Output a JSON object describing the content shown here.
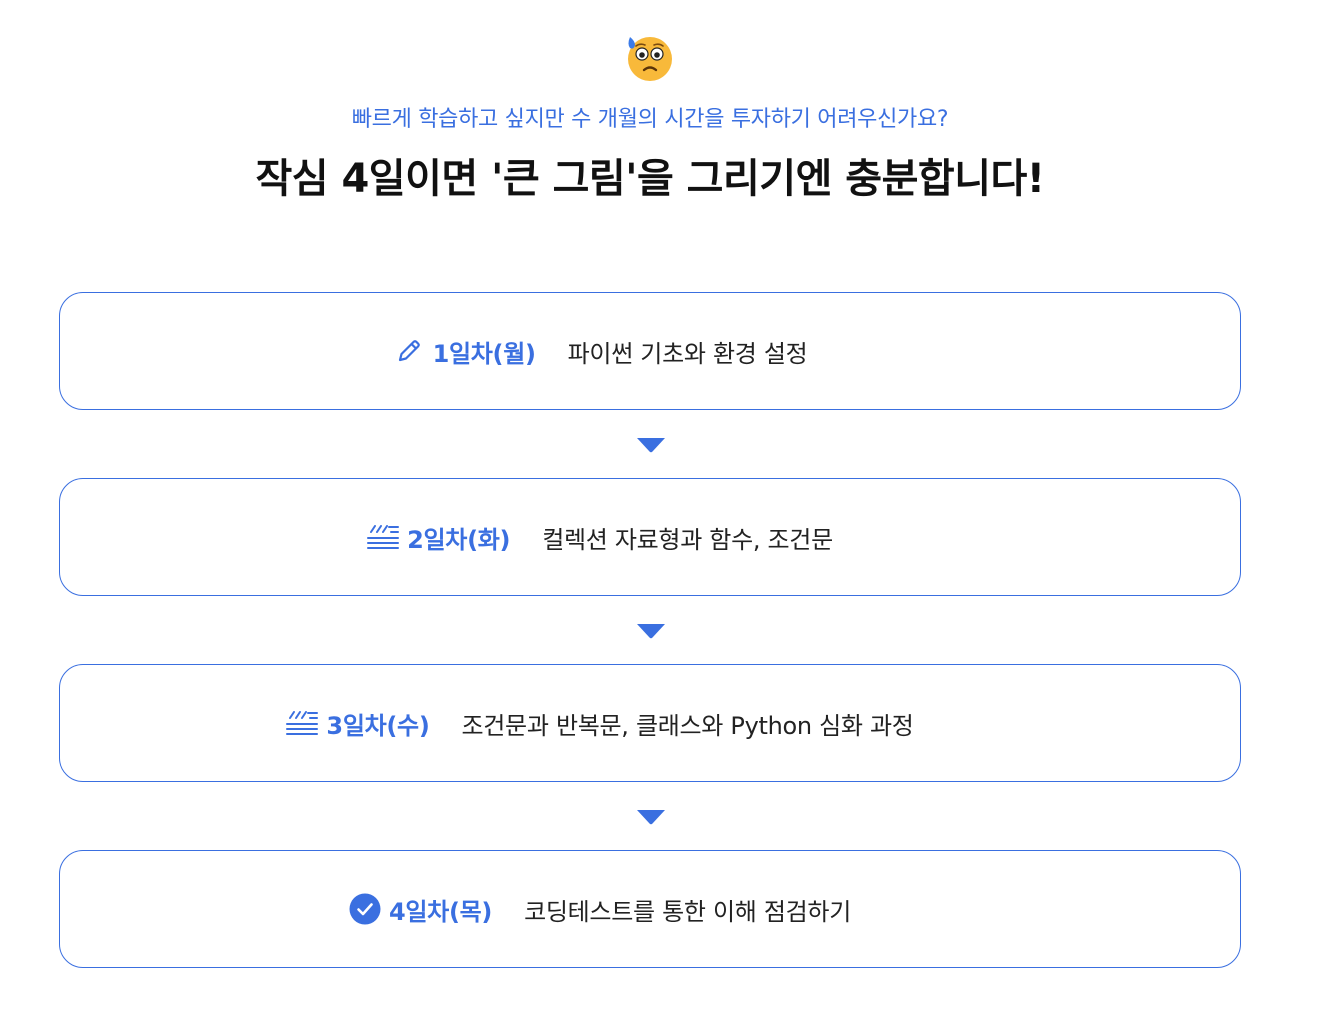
{
  "header": {
    "emoji_icon": "anxious-face-with-sweat-icon",
    "subtitle": "빠르게 학습하고 싶지만 수 개월의 시간을 투자하기 어려우신가요?",
    "title": "작심 4일이면 '큰 그림'을 그리기엔 충분합니다!"
  },
  "steps": [
    {
      "icon": "pencil-icon",
      "day": "1일차(월)",
      "desc": "파이썬 기초와 환경 설정"
    },
    {
      "icon": "wind-lines-icon",
      "day": "2일차(화)",
      "desc": "컬렉션 자료형과 함수, 조건문"
    },
    {
      "icon": "wind-lines-icon",
      "day": "3일차(수)",
      "desc": "조건문과 반복문, 클래스와 Python 심화 과정"
    },
    {
      "icon": "check-circle-icon",
      "day": "4일차(목)",
      "desc": "코딩테스트를 통한 이해 점검하기"
    }
  ],
  "colors": {
    "accent": "#3a6fe0",
    "title": "#111111",
    "text": "#222222",
    "emoji_face": "#f7b733"
  }
}
